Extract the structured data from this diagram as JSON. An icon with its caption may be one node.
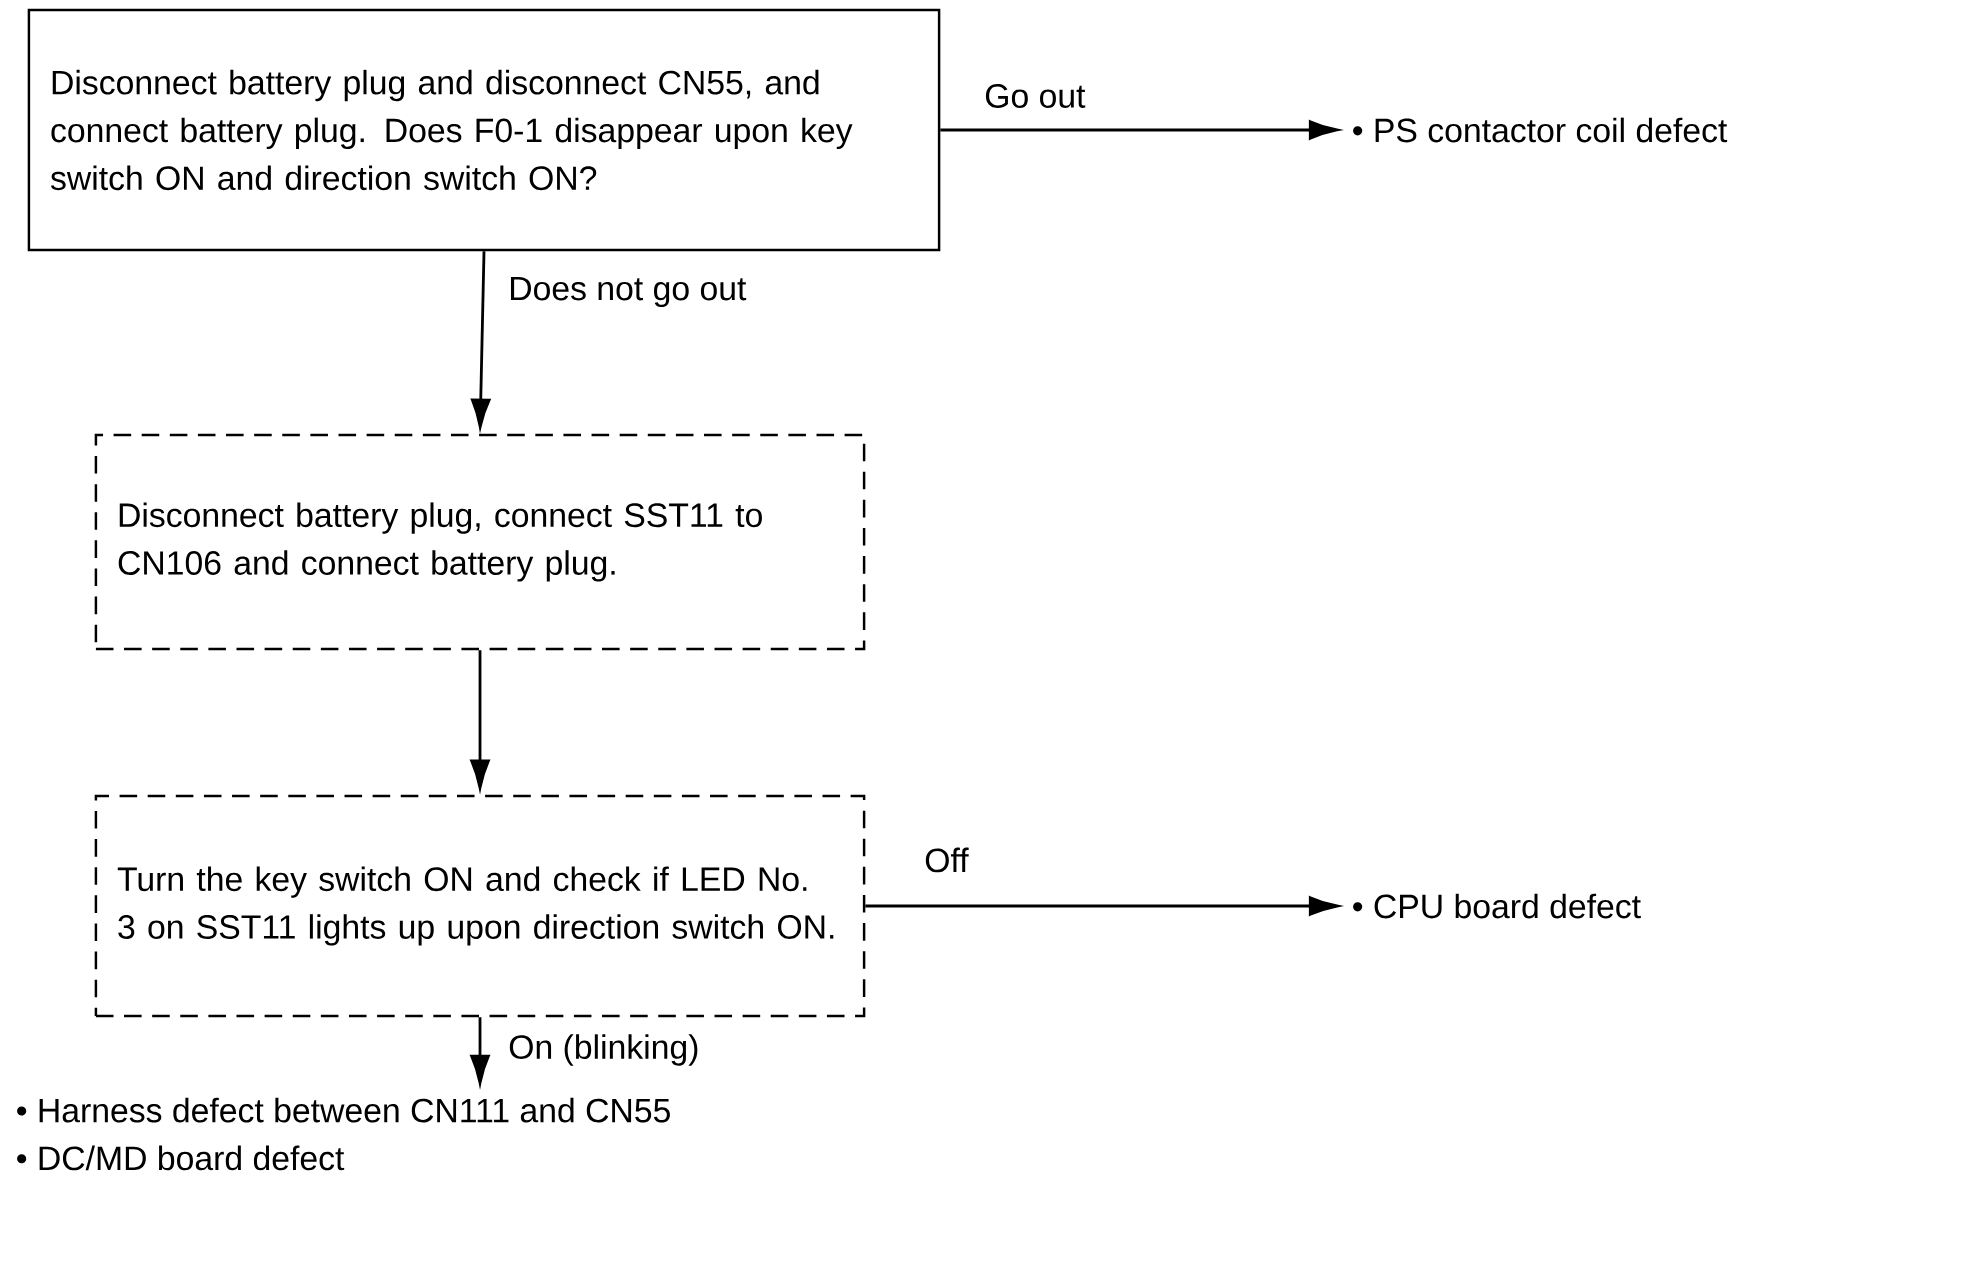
{
  "diagram": {
    "nodes": [
      {
        "text": [
          "Disconnect battery plug and disconnect CN55, and connect battery plug. Does F0-1 disappear upon key switch ON and direction switch ON?"
        ]
      },
      {
        "text": [
          "• PS contactor coil defect"
        ]
      },
      {
        "text": [
          "Disconnect battery plug, connect SST11 to CN106 and connect battery plug."
        ]
      },
      {
        "text": [
          "Turn the key switch ON and check if LED No. 3 on SST11 lights up upon direction switch ON."
        ]
      },
      {
        "text": [
          "• CPU board defect"
        ]
      },
      {
        "text": [
          "• Harness defect between CN111 and CN55",
          "• DC/MD board defect"
        ]
      }
    ],
    "edges": [
      {
        "from": 0,
        "to": 1,
        "arrow": "to",
        "label": "Go out"
      },
      {
        "from": 0,
        "to": 2,
        "arrow": "to",
        "label": "Does not go out"
      },
      {
        "from": 2,
        "to": 3,
        "arrow": "to"
      },
      {
        "from": 3,
        "to": 4,
        "arrow": "to",
        "label": "Off"
      },
      {
        "from": 3,
        "to": 5,
        "arrow": "to",
        "label": "On (blinking)"
      }
    ]
  }
}
